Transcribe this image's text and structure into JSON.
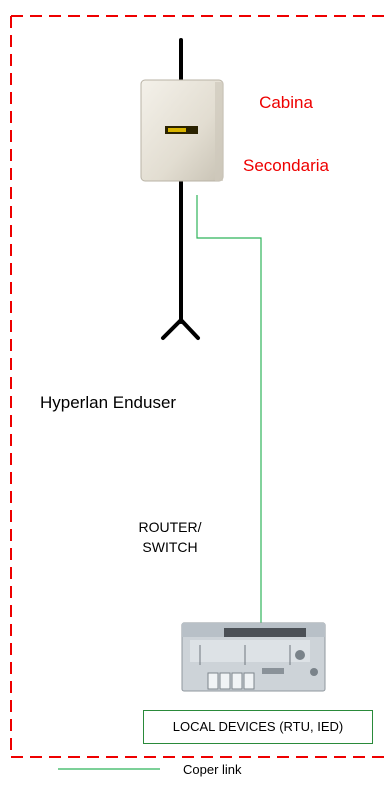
{
  "zone": {
    "title_lines": [
      "Cabina",
      "Secondaria"
    ],
    "border_color": "#ee0000"
  },
  "antenna": {
    "label": "Hyperlan Enduser"
  },
  "router": {
    "label": "ROUTER/\nSWITCH"
  },
  "devices": {
    "label": "LOCAL DEVICES (RTU, IED)"
  },
  "legend": {
    "label": "Coper link",
    "line_color": "#2fb55a"
  }
}
